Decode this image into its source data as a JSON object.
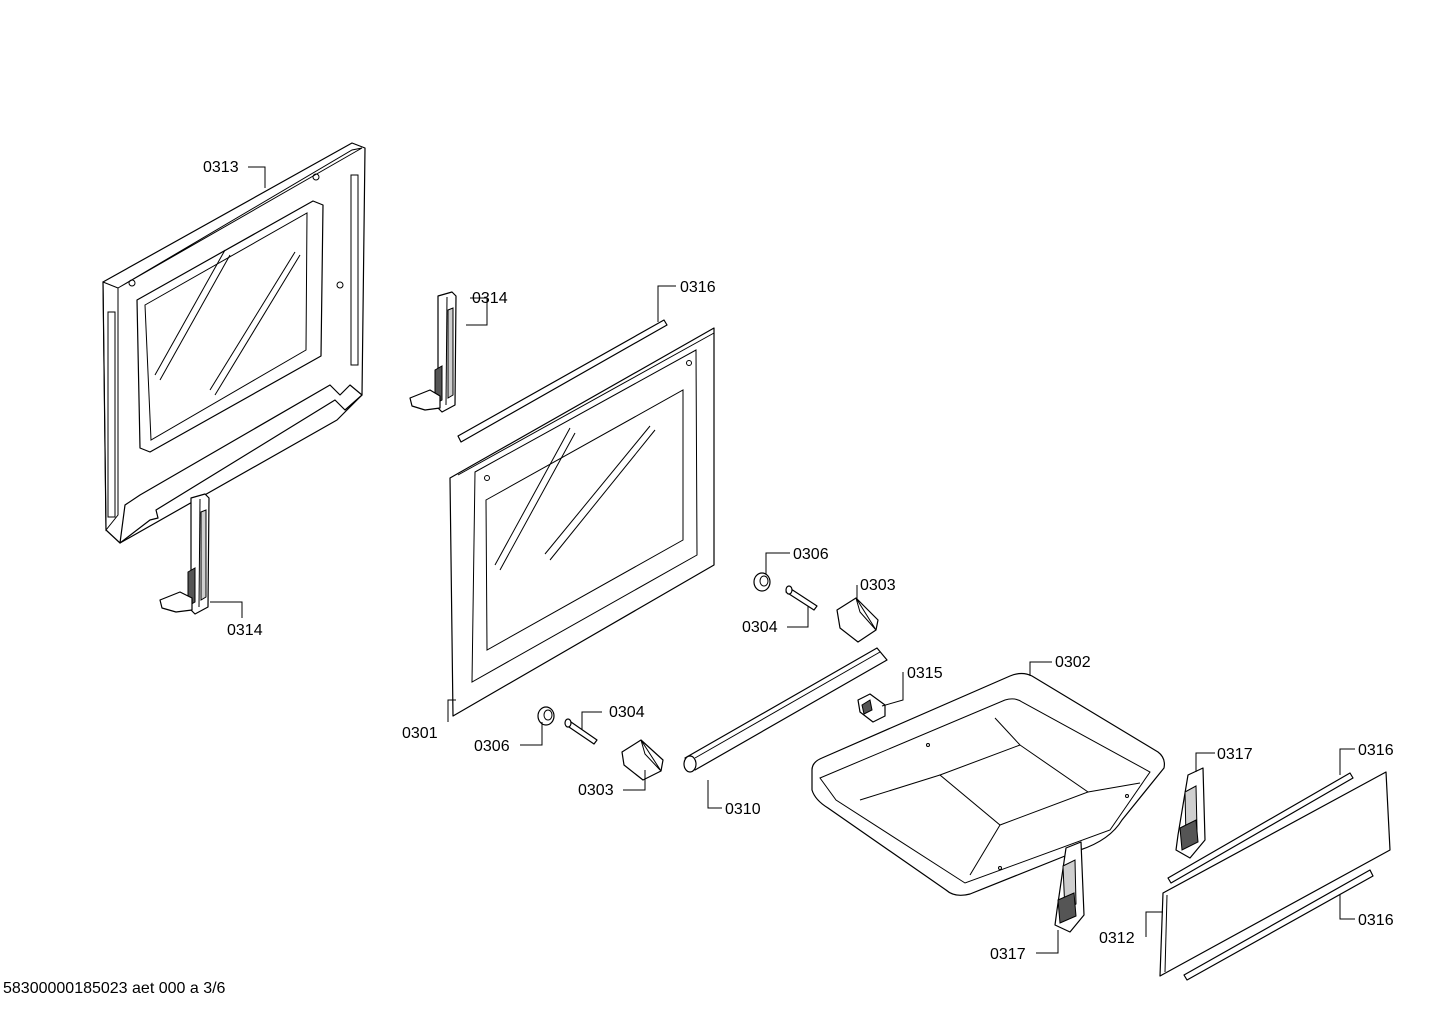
{
  "labels": {
    "p0313": "0313",
    "p0314_a": "0314",
    "p0314_b": "0314",
    "p0316_a": "0316",
    "p0316_b": "0316",
    "p0316_c": "0316",
    "p0301": "0301",
    "p0306_a": "0306",
    "p0306_b": "0306",
    "p0304_a": "0304",
    "p0304_b": "0304",
    "p0303_a": "0303",
    "p0303_b": "0303",
    "p0315": "0315",
    "p0302": "0302",
    "p0310": "0310",
    "p0317_a": "0317",
    "p0317_b": "0317",
    "p0312": "0312"
  },
  "footer": "58300000185023 aet 000 a 3/6"
}
